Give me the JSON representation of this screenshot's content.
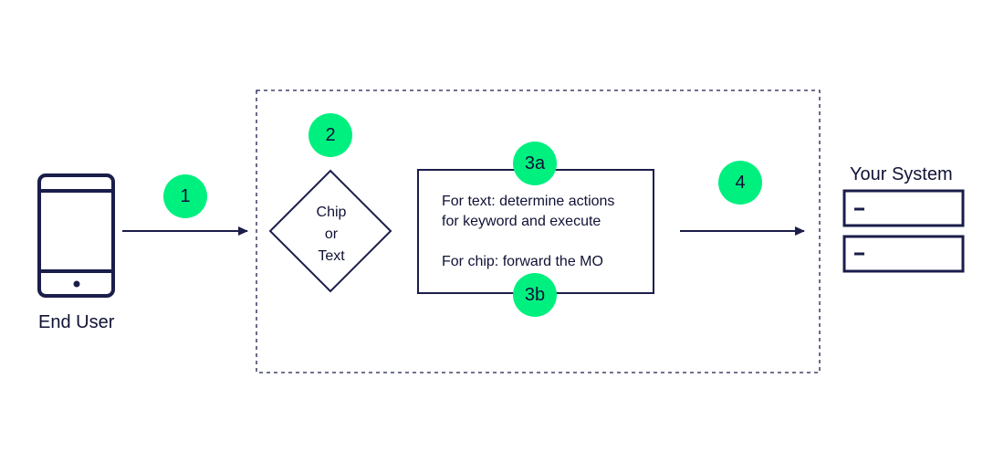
{
  "colors": {
    "navy": "#1b1d4a",
    "accent_green": "#00f080",
    "text": "#101235",
    "background": "#ffffff"
  },
  "icons": {
    "phone": "phone-icon",
    "server": "server-icon",
    "arrow": "arrow-right-icon"
  },
  "end_user": {
    "label": "End User"
  },
  "your_system": {
    "label": "Your System"
  },
  "steps": {
    "step1": "1",
    "step2": "2",
    "step3a": "3a",
    "step3b": "3b",
    "step4": "4"
  },
  "decision": {
    "line1": "Chip",
    "line2": "or",
    "line3": "Text"
  },
  "process_box": {
    "text_line1": "For text: determine actions",
    "text_line2": "for keyword and execute",
    "chip_line": "For chip: forward the MO"
  }
}
